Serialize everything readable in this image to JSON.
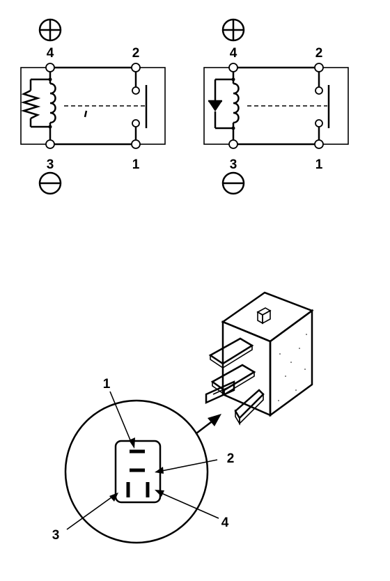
{
  "relay_left": {
    "pin_top_left": "4",
    "pin_top_right": "2",
    "pin_bottom_left": "3",
    "pin_bottom_right": "1"
  },
  "relay_right": {
    "pin_top_left": "4",
    "pin_top_right": "2",
    "pin_bottom_left": "3",
    "pin_bottom_right": "1"
  },
  "connector": {
    "label_1": "1",
    "label_2": "2",
    "label_3": "3",
    "label_4": "4"
  },
  "icons": {
    "plus": "plus-circle-icon",
    "minus": "minus-circle-icon"
  }
}
